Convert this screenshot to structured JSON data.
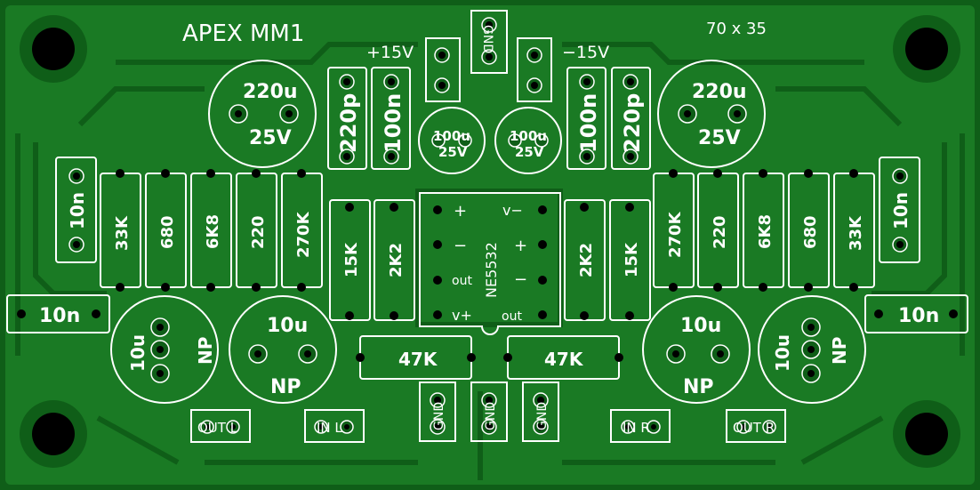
{
  "board": {
    "title": "APEX MM1",
    "size": "70 x 35",
    "supply_pos": "+15V",
    "supply_neg": "−15V",
    "colors": {
      "board": "#0f5e18",
      "copper": "#1f8a2a",
      "trace_dark": "#127020",
      "silk": "#ffffff",
      "hole": "#000000"
    }
  },
  "components": {
    "cap_220u_left": {
      "value": "220u",
      "voltage": "25V"
    },
    "cap_220u_right": {
      "value": "220u",
      "voltage": "25V"
    },
    "cap_220p_left": "220p",
    "cap_100n_left": "100n",
    "cap_100n_right": "100n",
    "cap_220p_right": "220p",
    "cap_100u_left": {
      "value": "100u",
      "voltage": "25V"
    },
    "cap_100u_right": {
      "value": "100u",
      "voltage": "25V"
    },
    "gnd_top": "GND",
    "left_resistors": [
      "10n",
      "33K",
      "680",
      "6K8",
      "220",
      "270K"
    ],
    "right_resistors": [
      "270K",
      "220",
      "6K8",
      "680",
      "33K",
      "10n"
    ],
    "mid_left": [
      "15K",
      "2K2"
    ],
    "mid_right": [
      "2K2",
      "15K"
    ],
    "ic": {
      "name": "NE5532",
      "left_pins": [
        "+",
        "−",
        "out",
        "v+"
      ],
      "right_pins": [
        "v−",
        "+",
        "−",
        "out"
      ]
    },
    "cap_10n_left": "10n",
    "cap_10n_right": "10n",
    "np_caps": {
      "value": "10u",
      "type": "NP"
    },
    "res_47k": "47K",
    "gnd_bottom": [
      "GND",
      "GND",
      "GND"
    ],
    "connectors": [
      "OUT L",
      "IN L",
      "IN R",
      "OUT R"
    ]
  }
}
